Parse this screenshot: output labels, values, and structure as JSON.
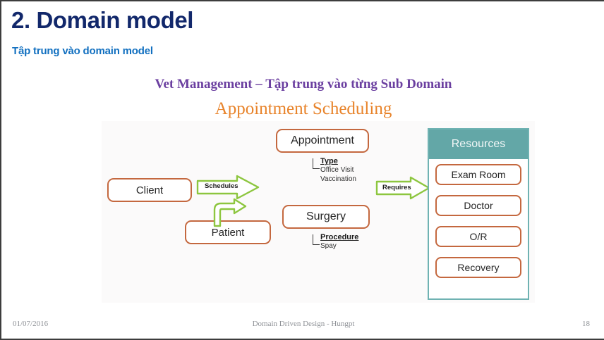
{
  "slide": {
    "title": "2. Domain model",
    "subtitle": "Tập trung vào domain model",
    "content_heading": "Vet Management – Tập trung vào từng Sub Domain",
    "content_subheading": "Appointment Scheduling"
  },
  "colors": {
    "title_navy": "#12286B",
    "subtitle_blue": "#1270C0",
    "heading_purple": "#6B3FA0",
    "subheading_orange": "#E8832A",
    "box_border_salmon": "#C4683F",
    "panel_teal": "#63A7A7",
    "arrow_green": "#8DC63F",
    "footer_gray": "#8e9196"
  },
  "diagram": {
    "nodes": [
      {
        "id": "client",
        "label": "Client"
      },
      {
        "id": "patient",
        "label": "Patient"
      },
      {
        "id": "appointment",
        "label": "Appointment"
      },
      {
        "id": "surgery",
        "label": "Surgery"
      }
    ],
    "attributes": [
      {
        "owner": "appointment",
        "title": "Type",
        "items": [
          "Office Visit",
          "Vaccination"
        ]
      },
      {
        "owner": "surgery",
        "title": "Procedure",
        "items": [
          "Spay"
        ]
      }
    ],
    "arrows": [
      {
        "id": "schedules",
        "label": "Schedules",
        "shape": "block-arrow-right"
      },
      {
        "id": "elbow",
        "label": "",
        "shape": "curved-elbow-arrow"
      },
      {
        "id": "requires",
        "label": "Requires",
        "shape": "block-arrow-right"
      }
    ],
    "resources_panel": {
      "header": "Resources",
      "items": [
        "Exam Room",
        "Doctor",
        "O/R",
        "Recovery"
      ]
    }
  },
  "footer": {
    "date": "01/07/2016",
    "center": "Domain Driven Design - Hungpt",
    "page": "18"
  }
}
